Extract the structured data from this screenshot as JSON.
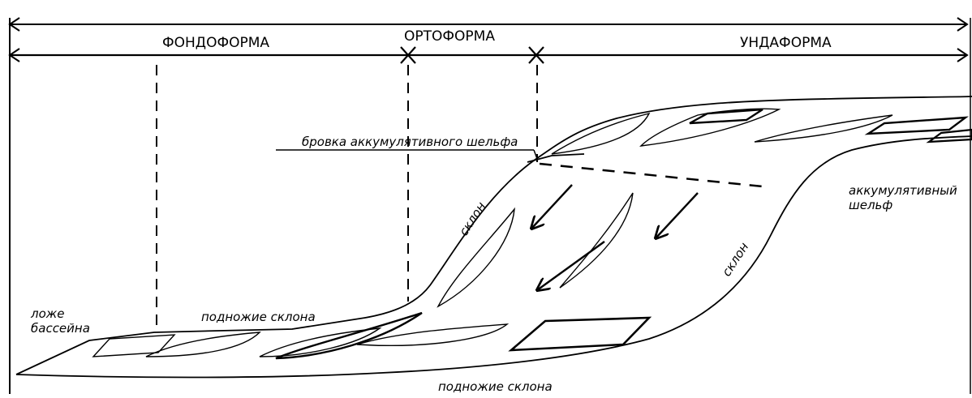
{
  "header": {
    "fondoforma": "ФОНДОФОРМА",
    "ortoforma": "ОРТОФОРМА",
    "undaforma": "УНДАФОРМА"
  },
  "labels": {
    "shelf_edge": "бровка аккумулятивного шельфа",
    "slope_upper": "склон",
    "slope_lower": "склон",
    "shelf_line1": "аккумулятивный",
    "shelf_line2": "шельф",
    "basin_line1": "ложе",
    "basin_line2": "бассейна",
    "foot_upper": "подножие склона",
    "foot_lower": "подножие склона"
  }
}
